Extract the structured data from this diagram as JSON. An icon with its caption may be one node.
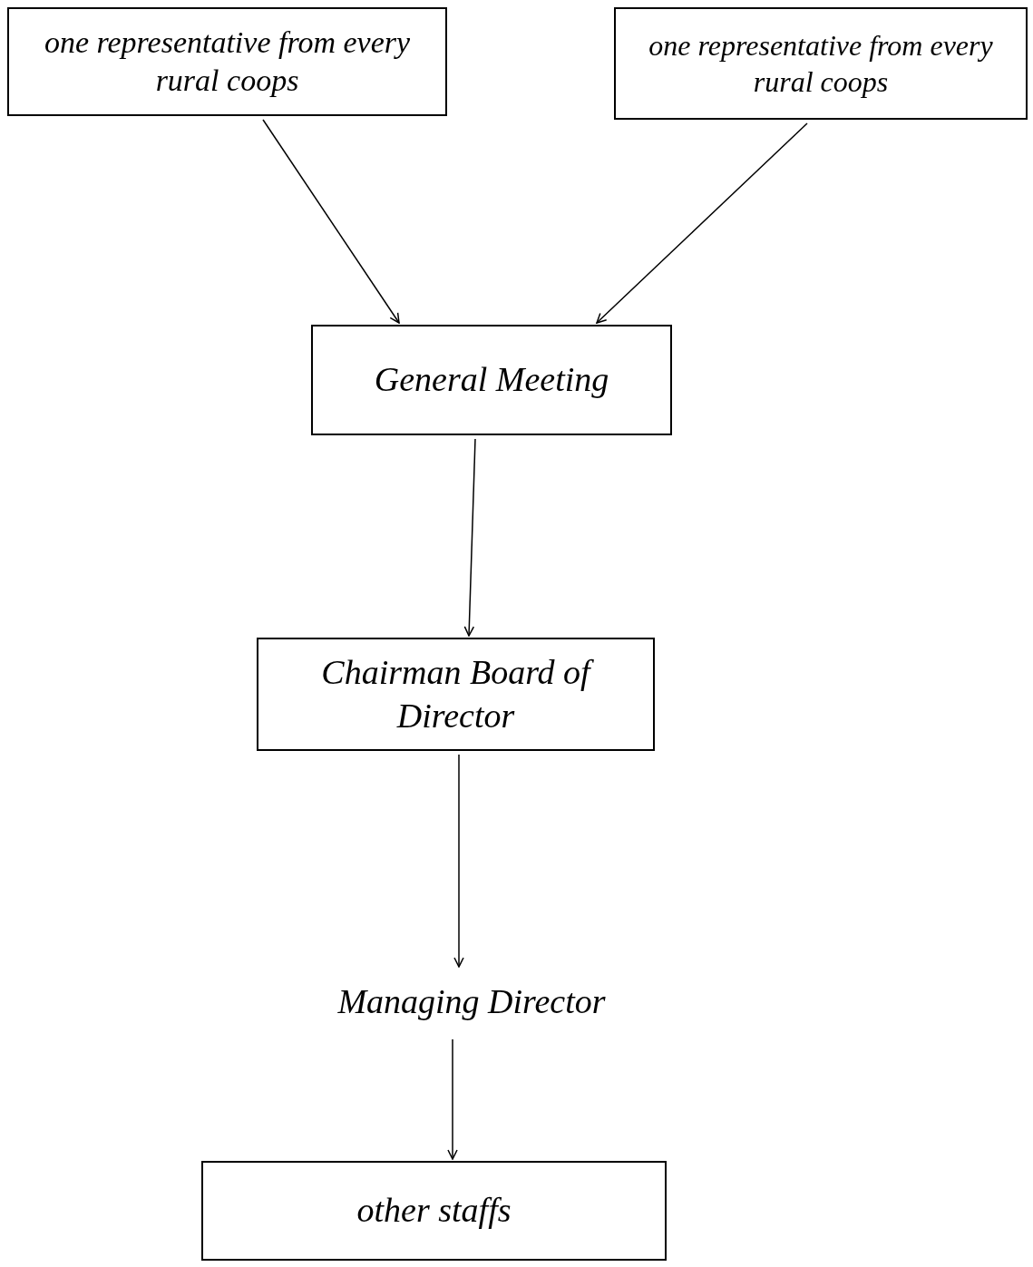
{
  "diagram": {
    "nodes": [
      {
        "text": [
          "one representative from every rural coops"
        ]
      },
      {
        "text": [
          "one representative from every rural coops"
        ]
      },
      {
        "text": [
          "General Meeting"
        ]
      },
      {
        "text": [
          "Chairman Board of Director"
        ]
      },
      {
        "text": [
          "Managing Director"
        ]
      },
      {
        "text": [
          "other staffs"
        ]
      }
    ],
    "edges": [
      {
        "from": 0,
        "to": 2,
        "arrow": "to"
      },
      {
        "from": 1,
        "to": 2,
        "arrow": "to"
      },
      {
        "from": 2,
        "to": 3,
        "arrow": "to"
      },
      {
        "from": 3,
        "to": 4,
        "arrow": "to"
      },
      {
        "from": 4,
        "to": 5,
        "arrow": "to"
      }
    ]
  }
}
